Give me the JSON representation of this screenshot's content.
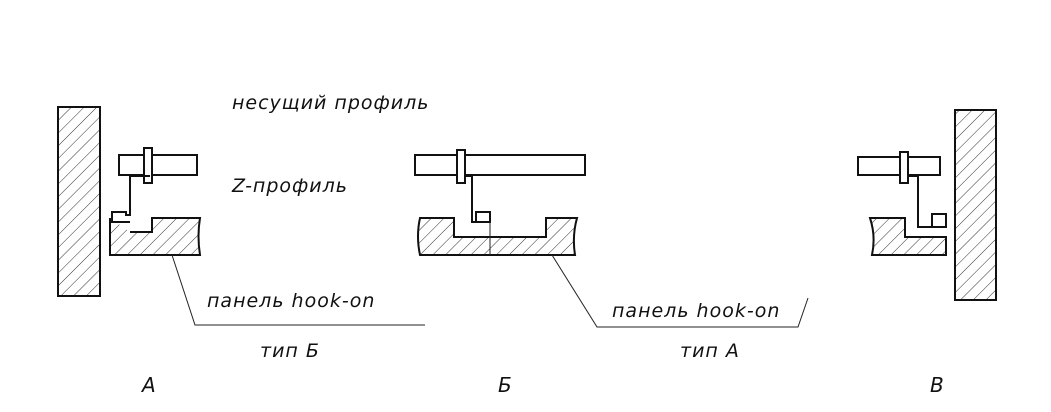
{
  "labels": {
    "bearing_profile": "несущий профиль",
    "z_profile": "Z-профиль",
    "panel_left": "панель hook-on",
    "type_left": "тип Б",
    "panel_right": "панель hook-on",
    "type_right": "тип А"
  },
  "views": {
    "a": "А",
    "b": "Б",
    "v": "В"
  },
  "colors": {
    "line": "#111111",
    "background": "#ffffff"
  }
}
